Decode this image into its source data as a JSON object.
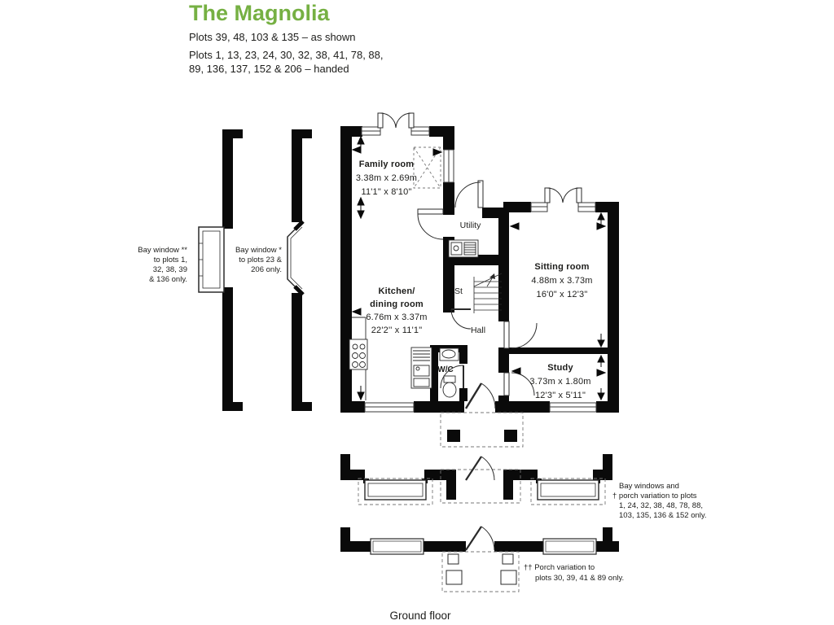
{
  "header": {
    "title": "The Magnolia",
    "plots_shown": "Plots 39, 48, 103 & 135 – as shown",
    "plots_handed_line1": "Plots 1, 13, 23, 24, 30, 32, 38, 41, 78, 88,",
    "plots_handed_line2": "89, 136, 137, 152 & 206 – handed"
  },
  "rooms": {
    "family": {
      "name": "Family room",
      "metric": "3.38m x 2.69m",
      "imperial": "11'1\" x 8'10\""
    },
    "kitchen": {
      "name_line1": "Kitchen/",
      "name_line2": "dining room",
      "metric": "6.76m x 3.37m",
      "imperial": "22'2'' x 11'1\""
    },
    "sitting": {
      "name": "Sitting room",
      "metric": "4.88m x 3.73m",
      "imperial": "16'0\" x 12'3\""
    },
    "study": {
      "name": "Study",
      "metric": "3.73m x 1.80m",
      "imperial": "12'3\" x 5'11\""
    },
    "utility": {
      "name": "Utility"
    },
    "store": {
      "name": "St"
    },
    "hall": {
      "name": "Hall"
    },
    "wc": {
      "name": "W/C"
    }
  },
  "annotations": {
    "bay_left": {
      "l1": "Bay window **",
      "l2": "to plots 1,",
      "l3": "32, 38, 39",
      "l4": "& 136 only."
    },
    "bay_right": {
      "l1": "Bay window *",
      "l2": "to plots 23 &",
      "l3": "206 only."
    },
    "bays_porch": {
      "l1": "Bay windows and",
      "l2": "† porch variation to plots",
      "l3": "1, 24, 32, 38, 48, 78, 88,",
      "l4": "103, 135, 136 & 152 only."
    },
    "porch": {
      "l1": "†† Porch variation to",
      "l2": "plots 30, 39, 41 & 89 only."
    }
  },
  "footer": {
    "caption": "Ground floor"
  },
  "colors": {
    "accent_green": "#76b043",
    "ink": "#1d1d1b",
    "wall": "#0a0a0a"
  }
}
